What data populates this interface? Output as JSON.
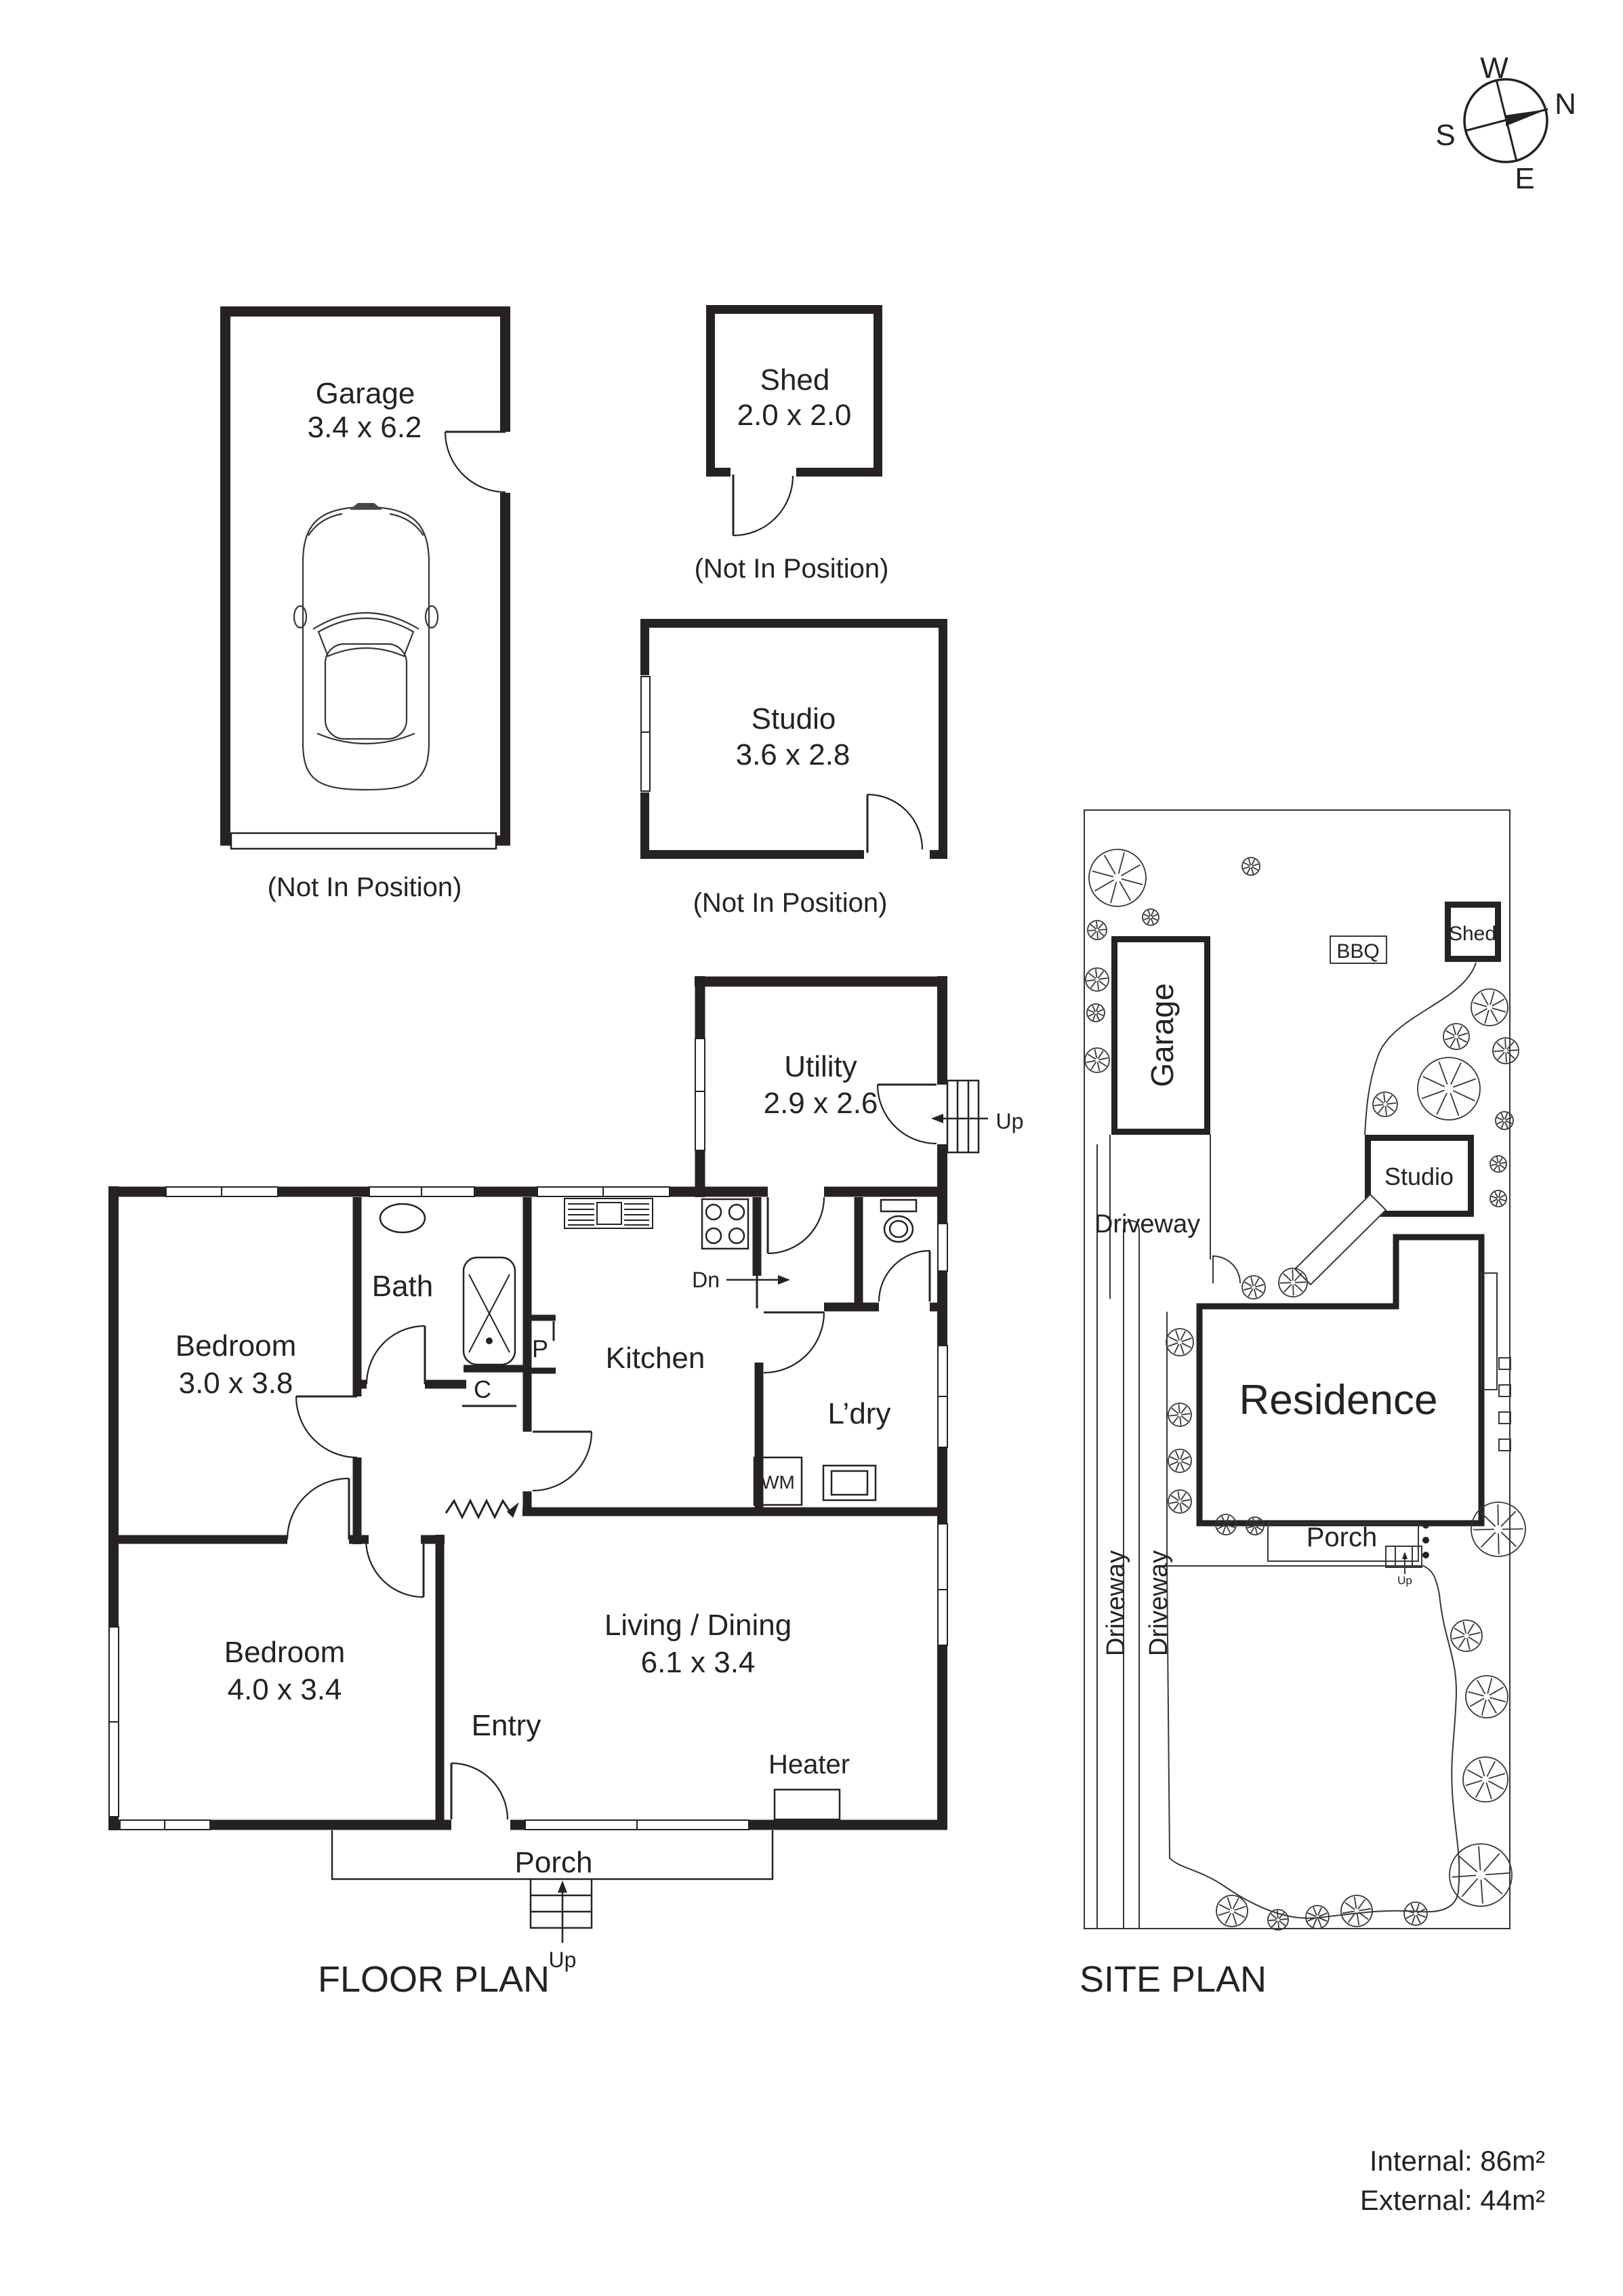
{
  "compass": {
    "w": "W",
    "n": "N",
    "s": "S",
    "e": "E"
  },
  "titles": {
    "floor_plan": "FLOOR PLAN",
    "site_plan": "SITE PLAN"
  },
  "areas": {
    "internal": "Internal: 86m²",
    "external": "External: 44m²"
  },
  "floor_plan": {
    "garage": {
      "name": "Garage",
      "dims": "3.4 x 6.2",
      "note": "(Not In Position)"
    },
    "shed": {
      "name": "Shed",
      "dims": "2.0 x 2.0",
      "note": "(Not In Position)"
    },
    "studio": {
      "name": "Studio",
      "dims": "3.6 x 2.8",
      "note": "(Not In Position)"
    },
    "utility": {
      "name": "Utility",
      "dims": "2.9 x 2.6"
    },
    "bedroom1": {
      "name": "Bedroom",
      "dims": "3.0 x 3.8"
    },
    "bedroom2": {
      "name": "Bedroom",
      "dims": "4.0 x 3.4"
    },
    "living": {
      "name": "Living / Dining",
      "dims": "6.1 x 3.4"
    },
    "bath": "Bath",
    "kitchen": "Kitchen",
    "laundry": "L’dry",
    "entry": "Entry",
    "porch": "Porch",
    "heater": "Heater",
    "wm": "WM",
    "pantry": "P",
    "closet": "C",
    "dn": "Dn",
    "up_utility": "Up",
    "up_porch": "Up"
  },
  "site_plan": {
    "garage": "Garage",
    "driveway_garage": "Driveway",
    "driveway_left": "Driveway",
    "driveway_right": "Driveway",
    "bbq": "BBQ",
    "shed": "Shed",
    "studio": "Studio",
    "residence": "Residence",
    "porch": "Porch",
    "up": "Up"
  }
}
